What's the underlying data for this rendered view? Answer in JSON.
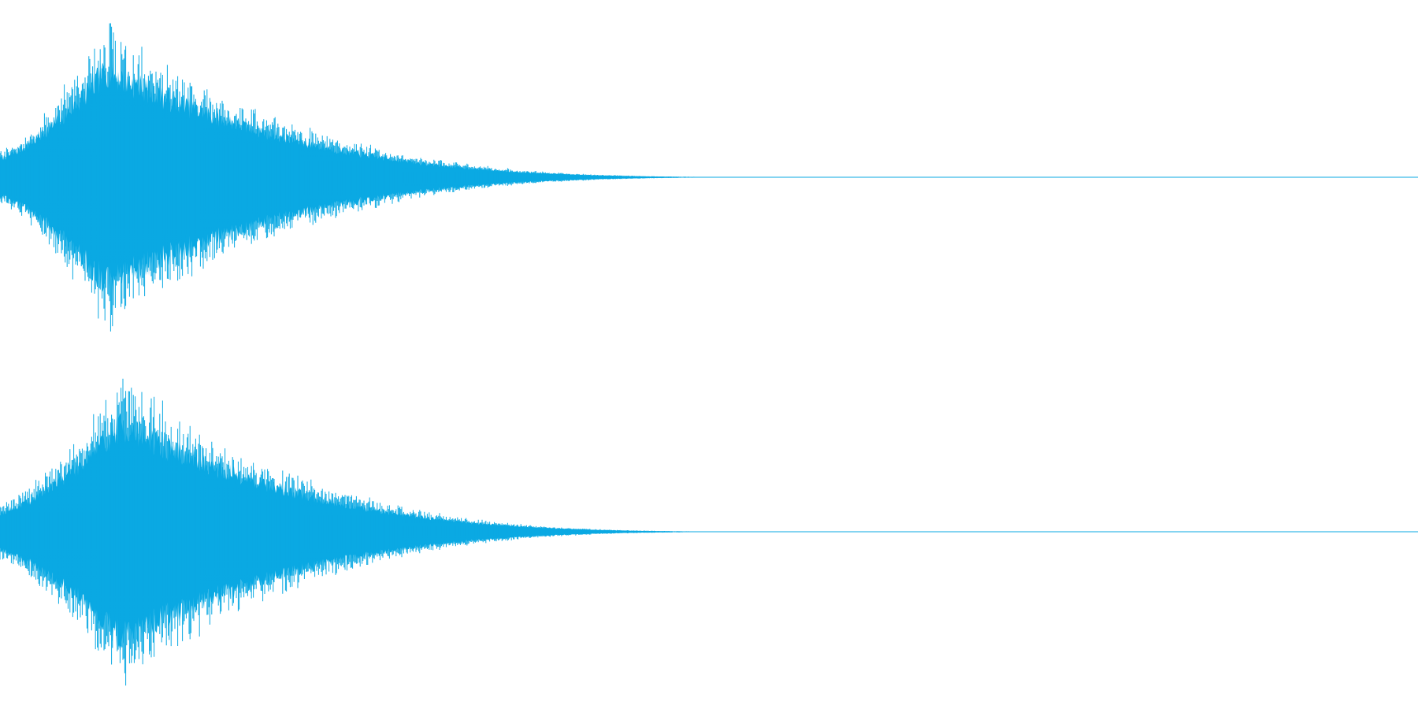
{
  "waveform": {
    "channels": [
      {
        "name": "",
        "peak_amplitude": 0.98,
        "attack_fraction": 0.075,
        "decay_end_fraction": 0.54,
        "seed": 7
      },
      {
        "name": "",
        "peak_amplitude": 0.98,
        "attack_fraction": 0.085,
        "decay_end_fraction": 0.535,
        "seed": 19
      }
    ],
    "color": "#0aa9e3",
    "background": "#ffffff"
  }
}
